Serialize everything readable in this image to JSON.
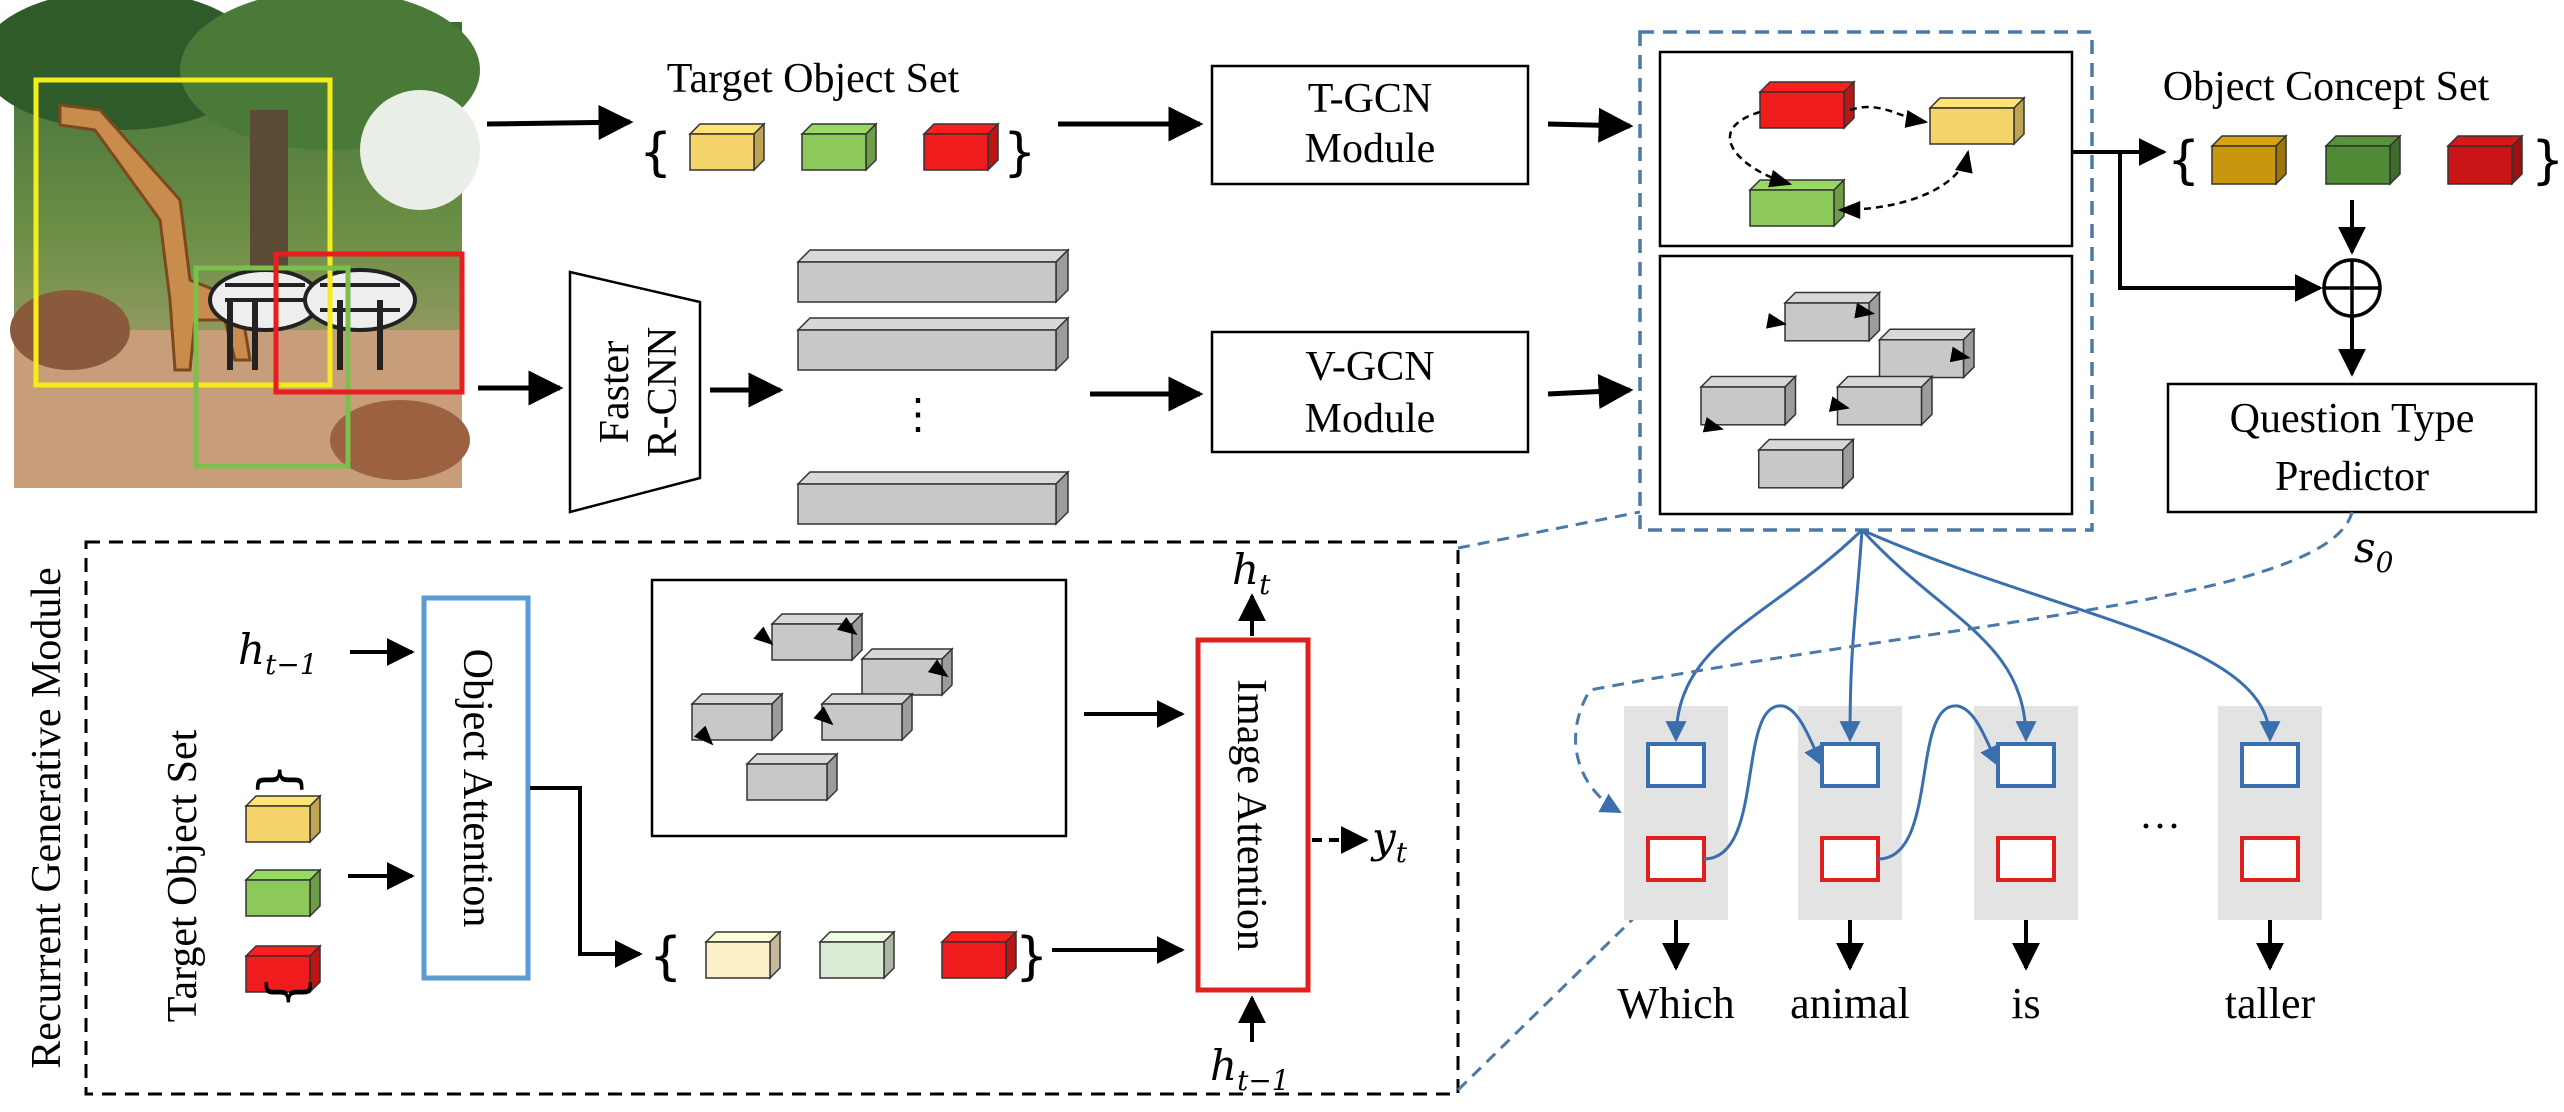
{
  "photo": {
    "description_icon": "giraffe-zebra-photo"
  },
  "target_object_set_title": "Target Object Set",
  "object_concept_set_title": "Object Concept Set",
  "tgcn_module": [
    "T-GCN",
    "Module"
  ],
  "vgcn_module": [
    "V-GCN",
    "Module"
  ],
  "faster_rcnn": [
    "Faster",
    "R-CNN"
  ],
  "vertical_ellipsis": "⋮",
  "question_type_predictor": [
    "Question Type",
    "Predictor"
  ],
  "s0": {
    "main": "s",
    "sub": "0"
  },
  "recurrent_generative_module": "Recurrent Generative Module",
  "rgm_target_object_set": "Target Object Set",
  "object_attention": "Object Attention",
  "image_attention": "Image Attention",
  "h_t_minus_1": {
    "main": "h",
    "sub": "t−1"
  },
  "h_t": {
    "main": "h",
    "sub": "t"
  },
  "y_t": {
    "main": "y",
    "sub": "t"
  },
  "ellipsis": "···",
  "words": [
    "Which",
    "animal",
    "is",
    "taller"
  ],
  "colors": {
    "yellow": "#f5d36b",
    "green": "#8cc95a",
    "red": "#ee1c1c",
    "concept_yellow": "#c9960e",
    "concept_green": "#4f8a34",
    "concept_red": "#c91515",
    "faded_yellow": "#fdefc7",
    "faded_green": "#dcebd3",
    "gray": "#c8c8c8",
    "blue_box": "#3a6faf",
    "red_box": "#e01f1f",
    "object_attention_border": "#5a9bd4",
    "dashed_blue": "#4b79a8"
  }
}
